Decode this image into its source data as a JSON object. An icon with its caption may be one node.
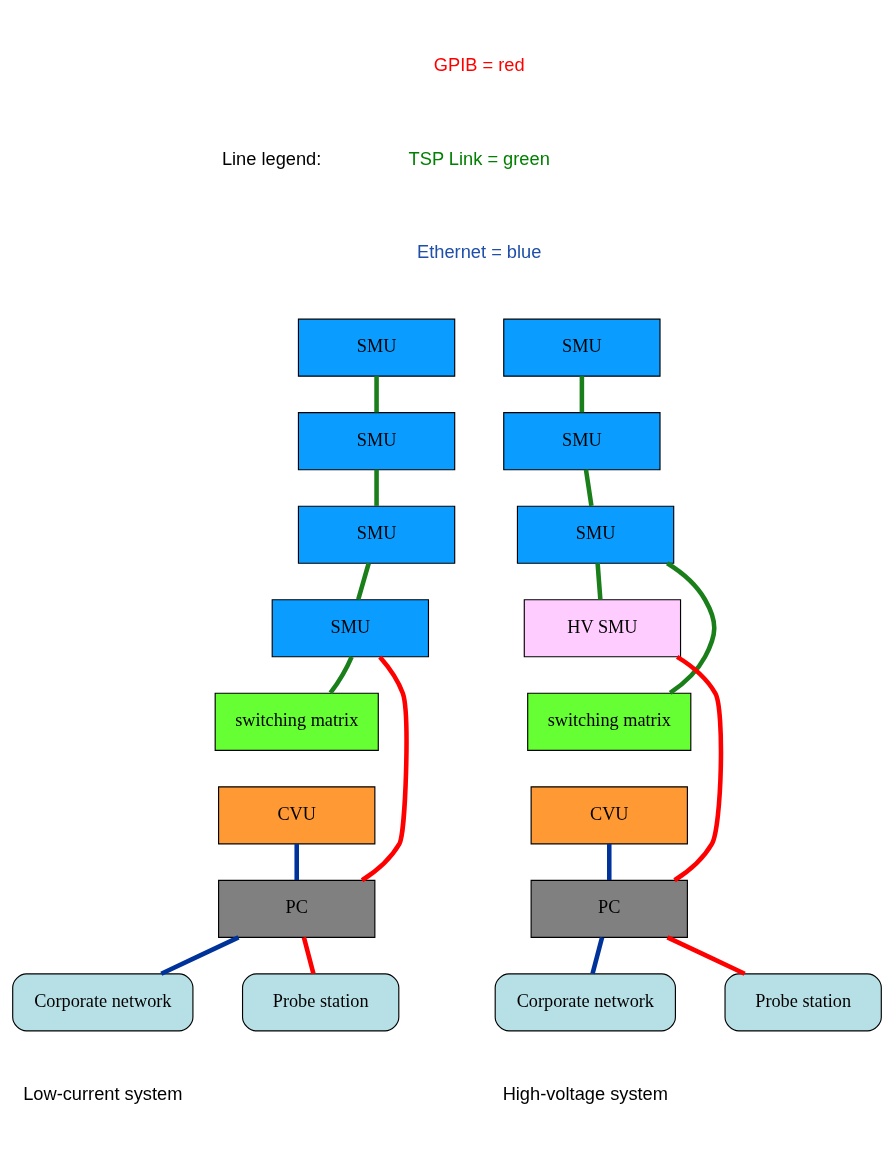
{
  "diagram": {
    "nodes": [
      {
        "text": [
          "SMU"
        ]
      },
      {
        "text": [
          "SMU"
        ]
      },
      {
        "text": [
          "SMU"
        ]
      },
      {
        "text": [
          "SMU"
        ]
      },
      {
        "text": [
          "switching matrix"
        ]
      },
      {
        "text": [
          "CVU"
        ]
      },
      {
        "text": [
          "PC"
        ]
      },
      {
        "text": [
          "Corporate network"
        ]
      },
      {
        "text": [
          "Probe station"
        ]
      },
      {
        "text": [
          "SMU"
        ]
      },
      {
        "text": [
          "SMU"
        ]
      },
      {
        "text": [
          "SMU"
        ]
      },
      {
        "text": [
          "HV SMU"
        ]
      },
      {
        "text": [
          "switching matrix"
        ]
      },
      {
        "text": [
          "CVU"
        ]
      },
      {
        "text": [
          "PC"
        ]
      },
      {
        "text": [
          "Corporate network"
        ]
      },
      {
        "text": [
          "Probe station"
        ]
      }
    ],
    "edges": [
      {
        "from": 0,
        "to": 1,
        "arrow": "none"
      },
      {
        "from": 1,
        "to": 2,
        "arrow": "none"
      },
      {
        "from": 2,
        "to": 3,
        "arrow": "none"
      },
      {
        "from": 3,
        "to": 4,
        "arrow": "none"
      },
      {
        "from": 3,
        "to": 6,
        "arrow": "none",
        "color": "#ff0000"
      },
      {
        "from": 6,
        "to": 8,
        "arrow": "none",
        "color": "#ff0000"
      },
      {
        "from": 5,
        "to": 6,
        "arrow": "none",
        "color": "#003399"
      },
      {
        "from": 6,
        "to": 7,
        "arrow": "none",
        "color": "#003399"
      },
      {
        "from": 9,
        "to": 10,
        "arrow": "none"
      },
      {
        "from": 10,
        "to": 11,
        "arrow": "none"
      },
      {
        "from": 11,
        "to": 12,
        "arrow": "none"
      },
      {
        "from": 11,
        "to": 13,
        "arrow": "none"
      },
      {
        "from": 12,
        "to": 15,
        "arrow": "none",
        "color": "#ff0000"
      },
      {
        "from": 15,
        "to": 17,
        "arrow": "none",
        "color": "#ff0000"
      },
      {
        "from": 14,
        "to": 15,
        "arrow": "none",
        "color": "#003399"
      },
      {
        "from": 15,
        "to": 16,
        "arrow": "none",
        "color": "#003399"
      }
    ],
    "labels": [
      "Line legend:",
      "Low-current system",
      "High-voltage system"
    ],
    "legend": [
      {
        "text": "GPIB = red",
        "color": "#ff0000"
      },
      {
        "text": "TSP Link = green",
        "color": "#008000"
      },
      {
        "text": "Ethernet = blue",
        "color": "#1f4fa8"
      }
    ]
  }
}
